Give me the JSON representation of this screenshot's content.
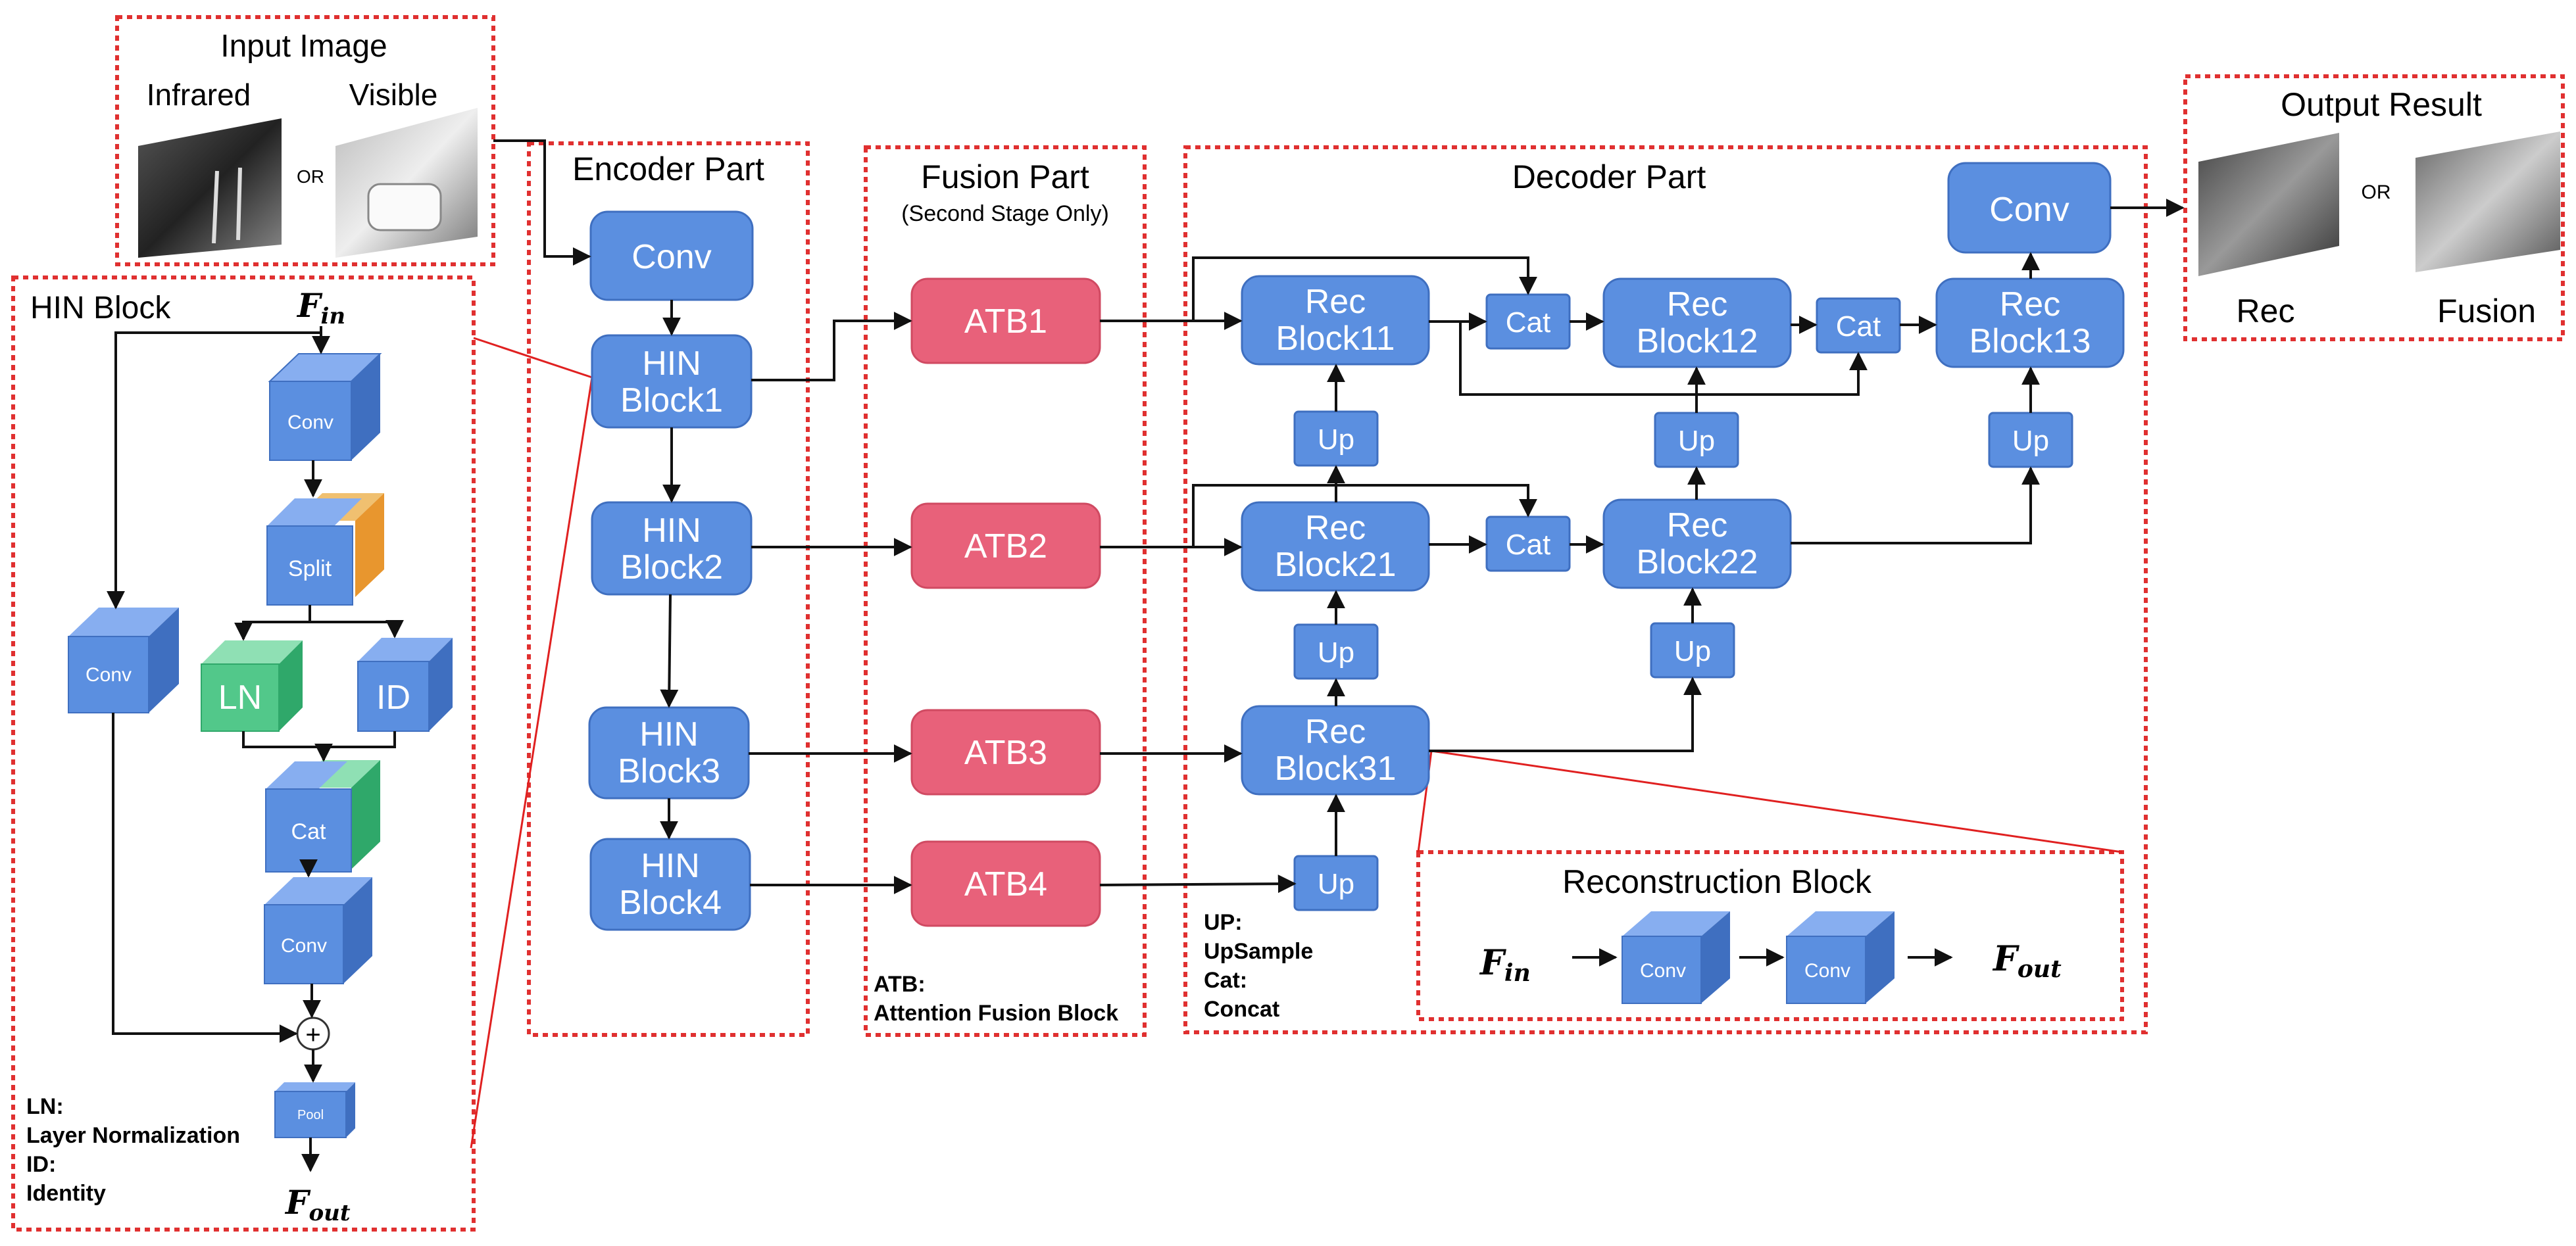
{
  "input": {
    "title": "Input Image",
    "infrared": "Infrared",
    "visible": "Visible",
    "or": "OR"
  },
  "output": {
    "title": "Output Result",
    "rec": "Rec",
    "fusion": "Fusion",
    "or": "OR"
  },
  "encoder": {
    "title": "Encoder Part",
    "conv": "Conv",
    "hin1": [
      "HIN",
      "Block1"
    ],
    "hin2": [
      "HIN",
      "Block2"
    ],
    "hin3": [
      "HIN",
      "Block3"
    ],
    "hin4": [
      "HIN",
      "Block4"
    ]
  },
  "fusion": {
    "title": "Fusion Part",
    "subtitle": "(Second Stage Only)",
    "atb1": "ATB1",
    "atb2": "ATB2",
    "atb3": "ATB3",
    "atb4": "ATB4",
    "legend": [
      "ATB:",
      "Attention Fusion Block"
    ]
  },
  "decoder": {
    "title": "Decoder Part",
    "conv": "Conv",
    "rec11": [
      "Rec",
      "Block11"
    ],
    "rec12": [
      "Rec",
      "Block12"
    ],
    "rec13": [
      "Rec",
      "Block13"
    ],
    "rec21": [
      "Rec",
      "Block21"
    ],
    "rec22": [
      "Rec",
      "Block22"
    ],
    "rec31": [
      "Rec",
      "Block31"
    ],
    "cat": "Cat",
    "up": "Up",
    "legend": [
      "UP:",
      "UpSample",
      "Cat:",
      "Concat"
    ]
  },
  "hin_block": {
    "title": "HIN Block",
    "fin": "F",
    "fin_sub": "in",
    "fout": "F",
    "fout_sub": "out",
    "conv": "Conv",
    "split": "Split",
    "ln": "LN",
    "id": "ID",
    "cat": "Cat",
    "pool": "Pool",
    "plus": "+",
    "legend": [
      "LN:",
      "Layer Normalization",
      "ID:",
      "Identity"
    ]
  },
  "recon_block": {
    "title": "Reconstruction Block",
    "fin": "F",
    "fin_sub": "in",
    "fout": "F",
    "fout_sub": "out",
    "conv": "Conv"
  },
  "colors": {
    "blue": "#5b8fe0",
    "blue_side": "#3f6fc0",
    "blue_top": "#87aef0",
    "red_box": "#e8617a",
    "green": "#52c88a",
    "orange": "#f0a444",
    "dotted": "#e03030"
  }
}
